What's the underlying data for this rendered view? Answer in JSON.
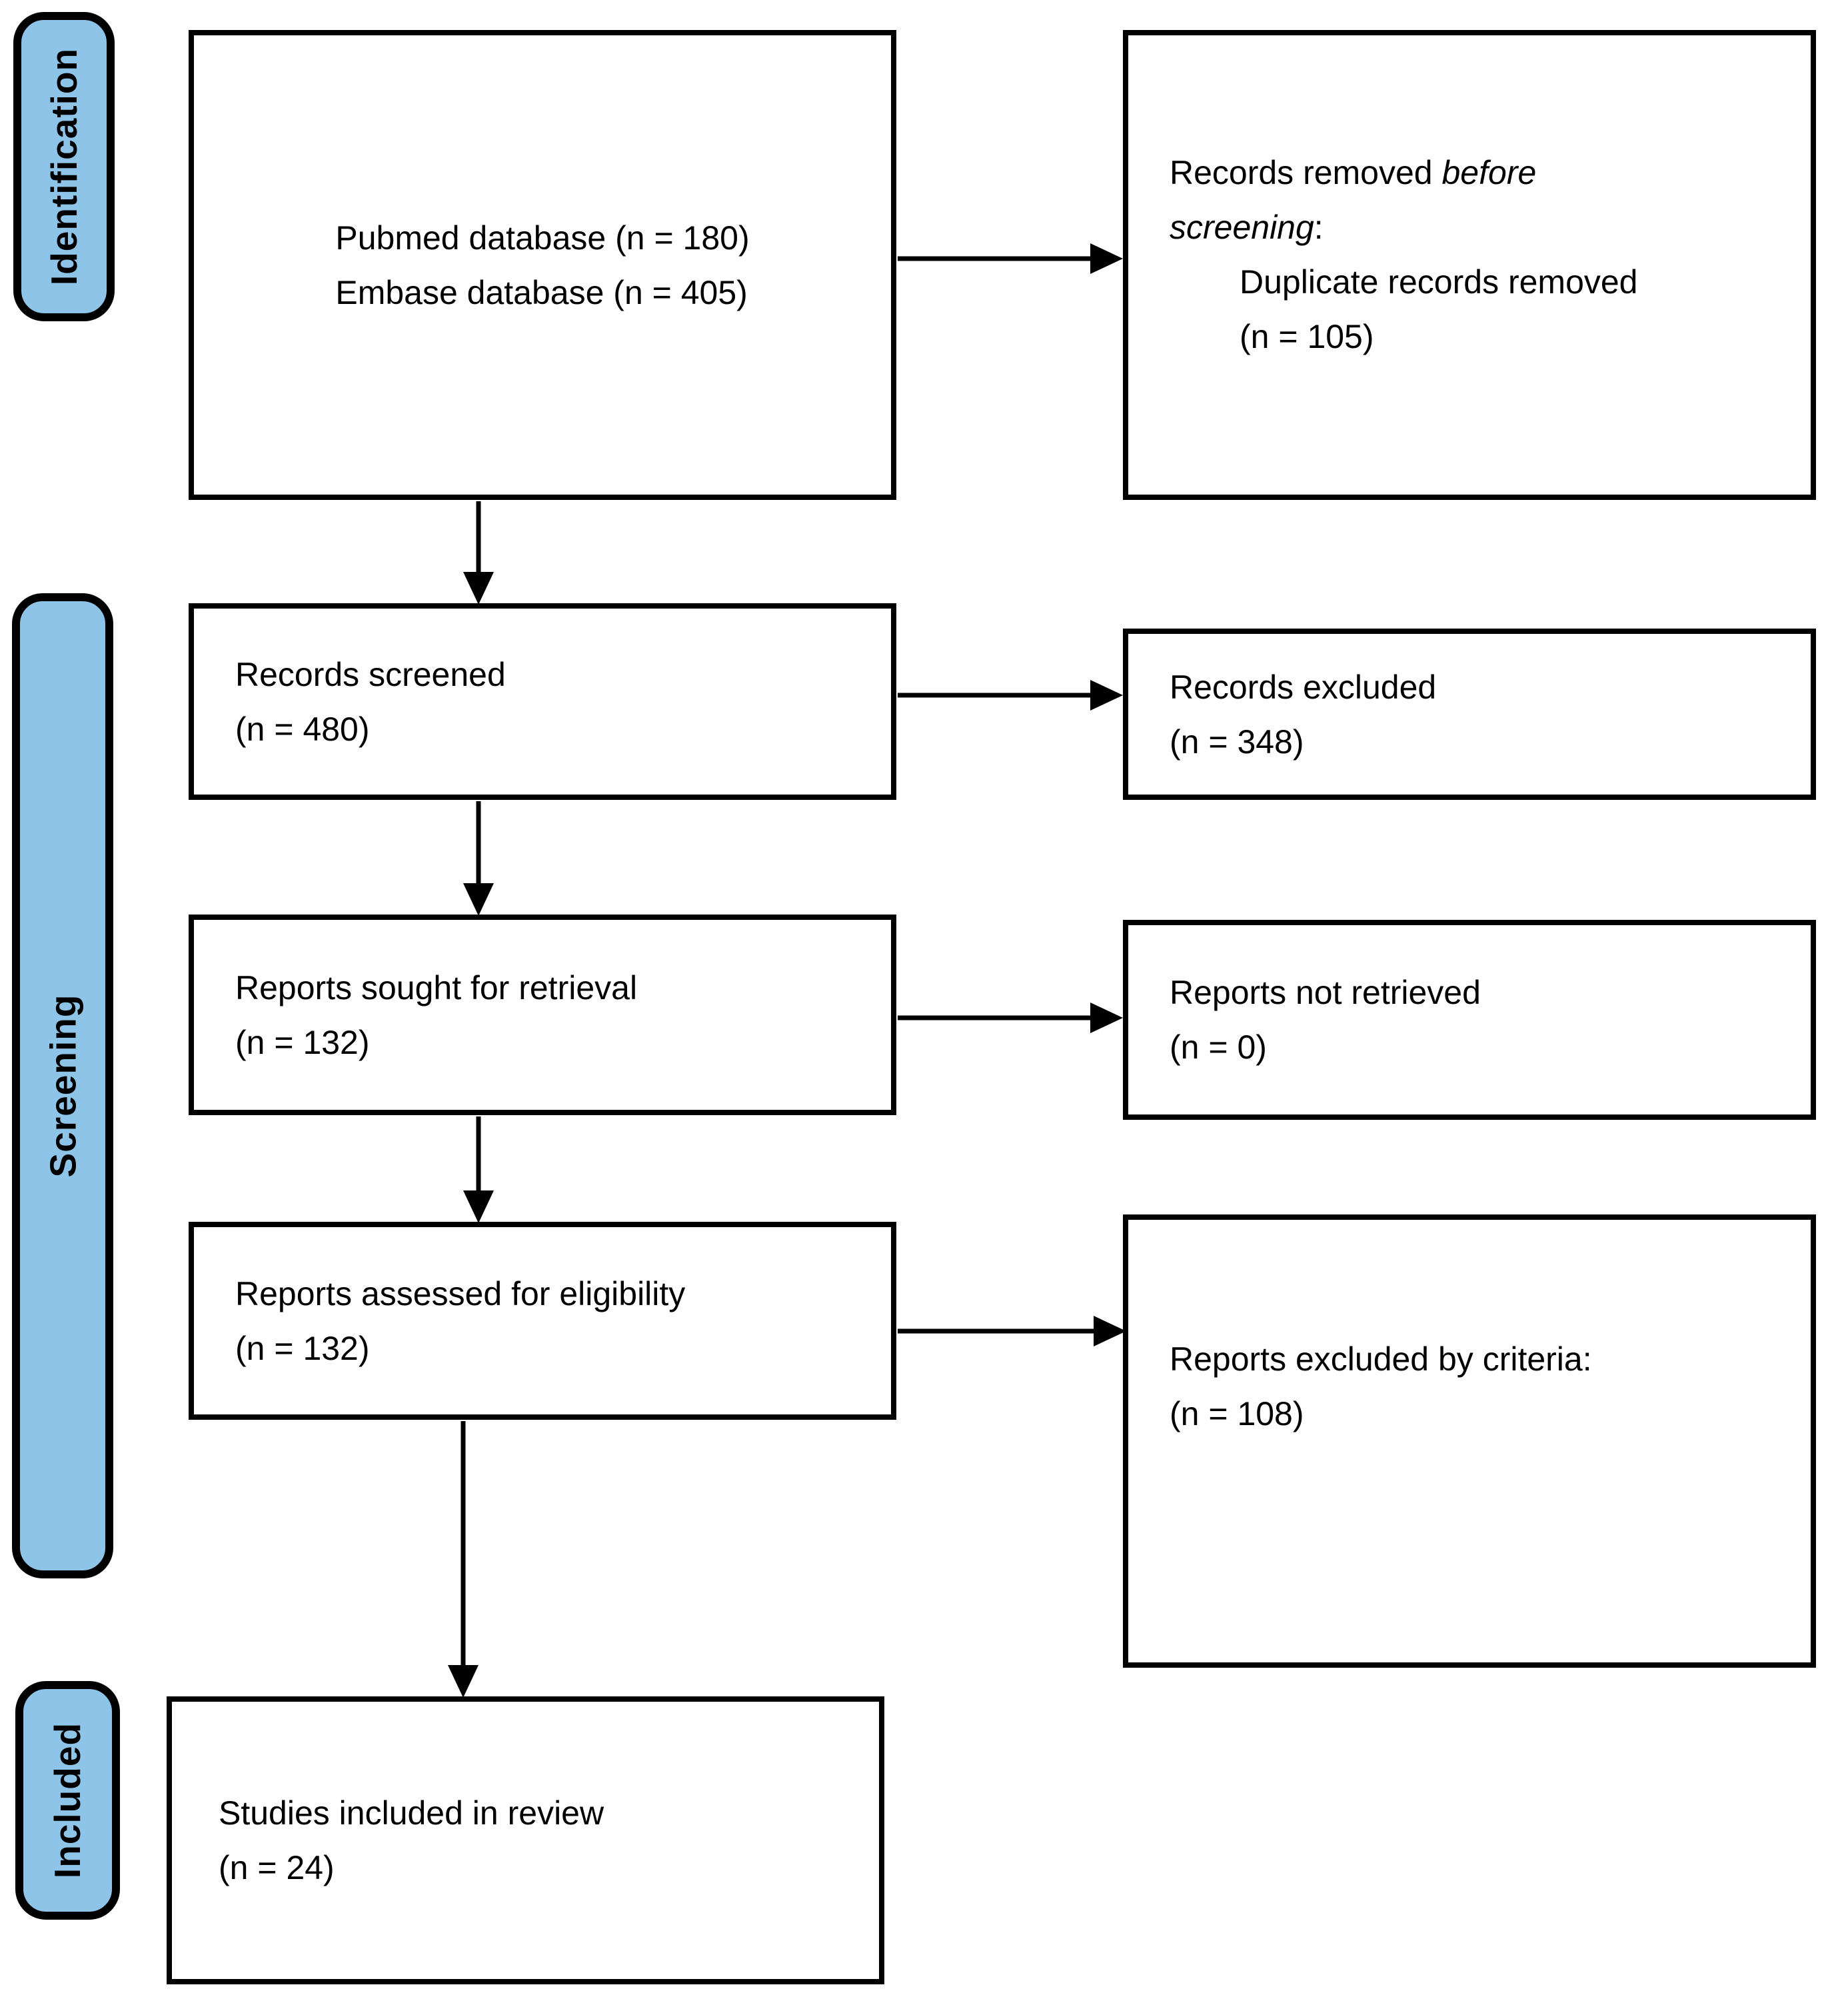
{
  "figure": {
    "background": "#FFFFFF",
    "stage_fill": "#8EC4E8",
    "stage_border": "#000000",
    "box_border": "#000000",
    "stages": {
      "identification": "Identification",
      "screening": "Screening",
      "included": "Included"
    },
    "boxes": {
      "sources": {
        "line1": "Pubmed database (n = 180)",
        "line2": "Embase database (n = 405)"
      },
      "records_removed": {
        "line1_normal": "Records removed ",
        "line1_italic": "before",
        "line2_italic": "screening",
        "line2_normal": ":",
        "line3": "Duplicate records removed",
        "line4": "(n = 105)"
      },
      "records_screened": {
        "line1": "Records screened",
        "line2": "(n = 480)"
      },
      "records_excluded": {
        "line1": "Records excluded",
        "line2": "(n = 348)"
      },
      "reports_sought": {
        "line1": "Reports sought for retrieval",
        "line2": "(n = 132)"
      },
      "reports_not_retrieved": {
        "line1": "Reports not retrieved",
        "line2": "(n = 0)"
      },
      "reports_assessed": {
        "line1": "Reports assessed for eligibility",
        "line2": "(n = 132)"
      },
      "reports_excluded_criteria": {
        "line1": "Reports excluded by criteria:",
        "line2": "(n = 108)"
      },
      "studies_included": {
        "line1": "Studies included in review",
        "line2": "(n = 24)"
      }
    }
  }
}
